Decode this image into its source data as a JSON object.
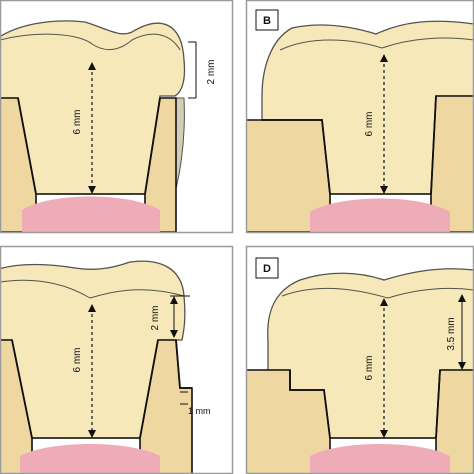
{
  "panels": [
    {
      "id": "A",
      "letter": "",
      "height_label": "6 mm",
      "side_label": "2 mm"
    },
    {
      "id": "B",
      "letter": "B",
      "height_label": "6 mm"
    },
    {
      "id": "C",
      "letter": "",
      "height_label": "6 mm",
      "side_label": "2 mm",
      "bottom_label": "1 mm"
    },
    {
      "id": "D",
      "letter": "D",
      "height_label": "6 mm",
      "side_label": "3.5 mm"
    }
  ],
  "colors": {
    "crown": "#f7e8b9",
    "crown_outline": "#55534e",
    "root": "#efd7a1",
    "gingiva": "#eeacb8",
    "ferrule": "#d2cdb7",
    "frame": "#9a9a9a",
    "line": "#111111"
  }
}
